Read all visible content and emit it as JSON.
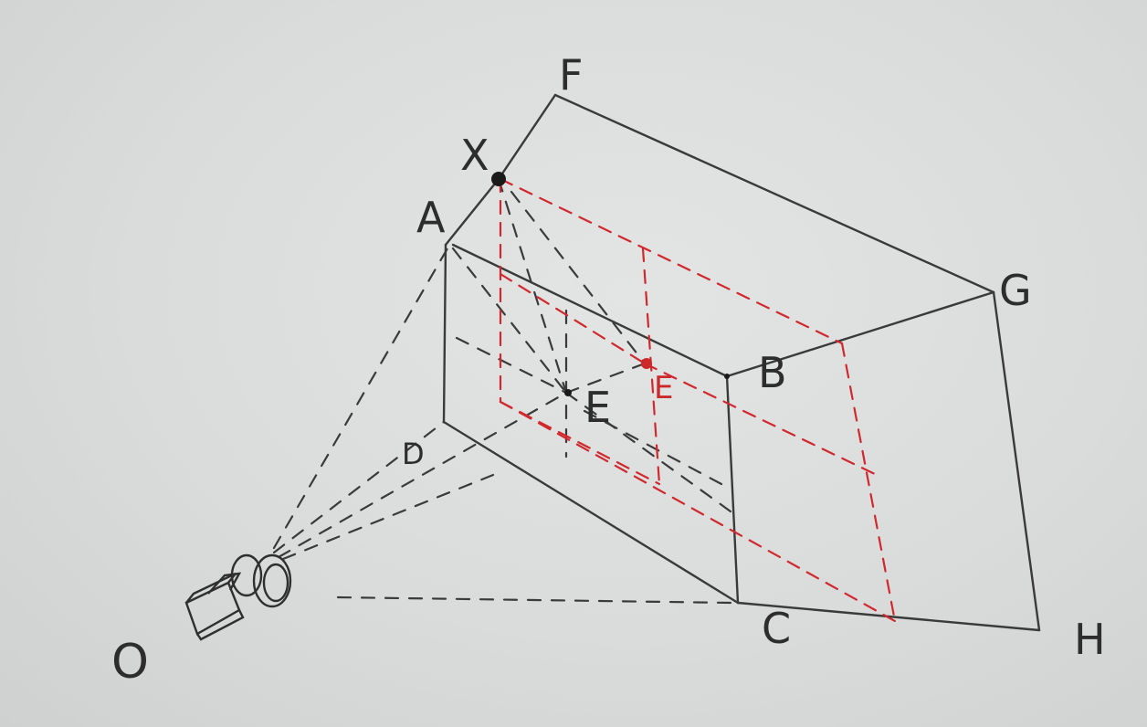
{
  "diagram": {
    "labels": {
      "F": "F",
      "X": "X",
      "A": "A",
      "G": "G",
      "B": "B",
      "E": "E",
      "E_red": "E",
      "D": "D",
      "C": "C",
      "H": "H",
      "O": "O"
    },
    "colors": {
      "ink": "#3a3a3a",
      "red": "#d1282e",
      "paper": "#dcdede"
    },
    "icons": [
      "camera-icon"
    ]
  }
}
